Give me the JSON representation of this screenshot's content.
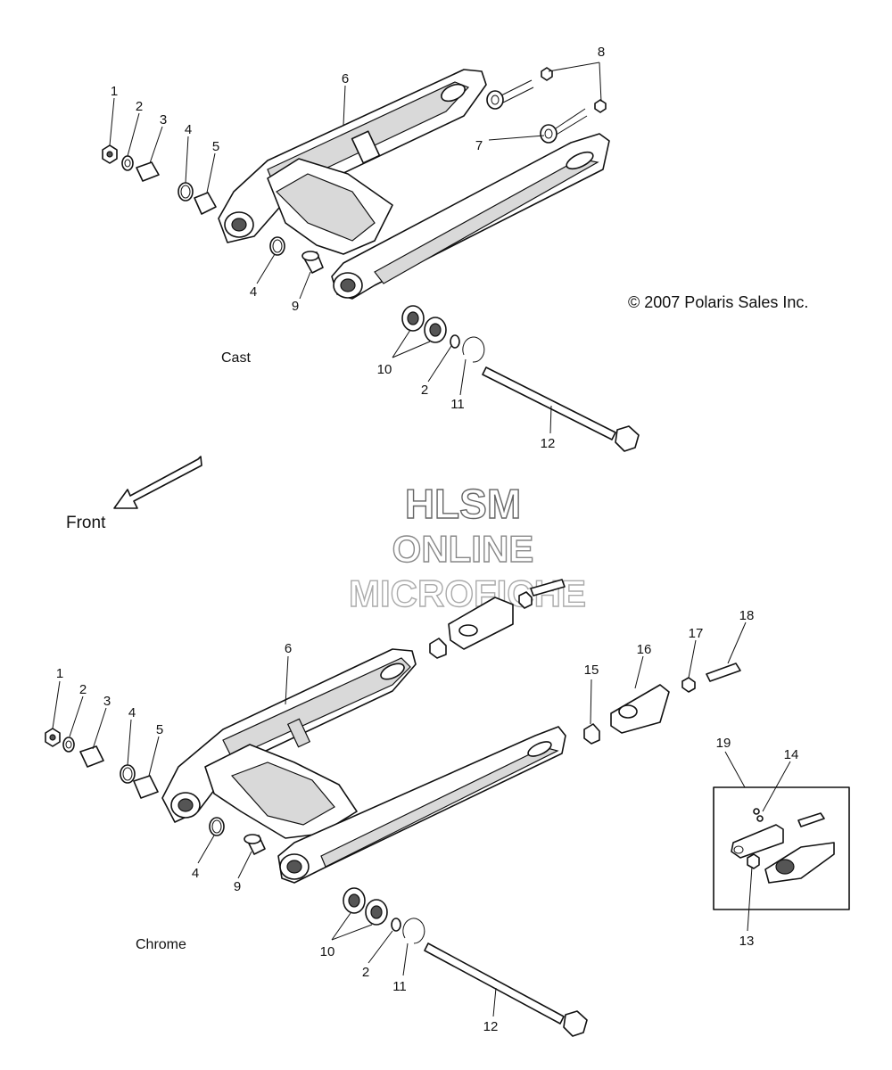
{
  "copyright": "© 2007 Polaris Sales Inc.",
  "labels": {
    "cast": "Cast",
    "chrome": "Chrome",
    "front": "Front"
  },
  "watermark": {
    "line1": "HLSM",
    "line2": "ONLINE",
    "line3": "MICROFICHE"
  },
  "callouts_top": [
    "1",
    "2",
    "3",
    "4",
    "5",
    "6",
    "7",
    "8",
    "4",
    "9",
    "10",
    "2",
    "11",
    "12"
  ],
  "callouts_bottom": [
    "1",
    "2",
    "3",
    "4",
    "5",
    "6",
    "4",
    "9",
    "10",
    "2",
    "11",
    "12",
    "15",
    "16",
    "17",
    "18",
    "19",
    "14",
    "13"
  ]
}
